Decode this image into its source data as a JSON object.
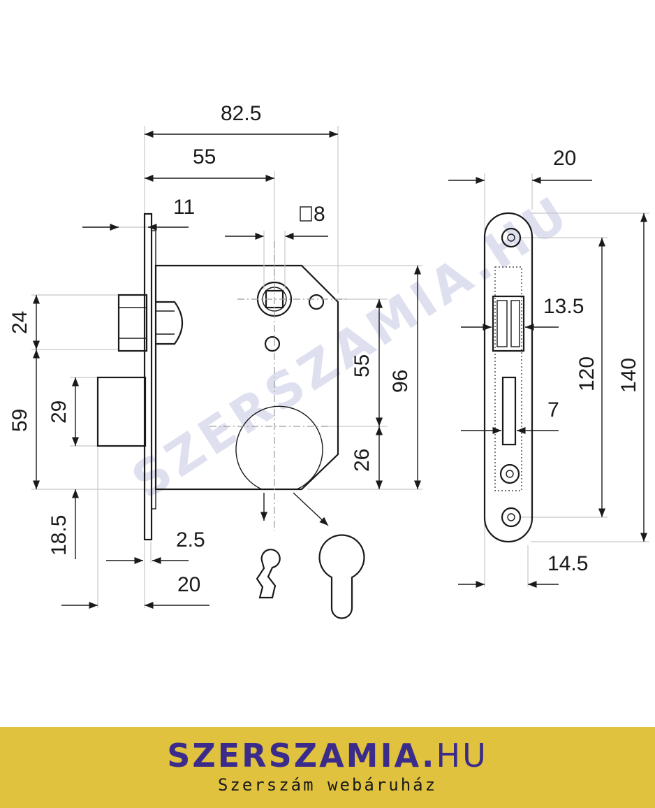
{
  "dimensions": {
    "overall_width": "82.5",
    "backset": "55",
    "faceplate_offset": "11",
    "spindle_square": "8",
    "latch_height": "24",
    "latch_to_bolt": "59",
    "bolt_height": "29",
    "bolt_below": "18.5",
    "plate_thickness": "2.5",
    "bolt_throw": "20",
    "distance_55": "55",
    "body_height": "96",
    "keyhole_offset": "26",
    "front_width": "20",
    "latch_slot": "13.5",
    "screw_spacing": "120",
    "front_height": "140",
    "bolt_slot": "7",
    "front_inner_width": "14.5"
  },
  "watermark": "SZERSZAMIA.HU",
  "footer": {
    "brand_bold": "SZERSZAMIA.",
    "brand_regular": "HU",
    "tagline": "Szerszám webáruház"
  },
  "colors": {
    "footer_bg": "#e0c23f",
    "brand": "#3b2c8c",
    "watermark": "#dfe0ef"
  }
}
